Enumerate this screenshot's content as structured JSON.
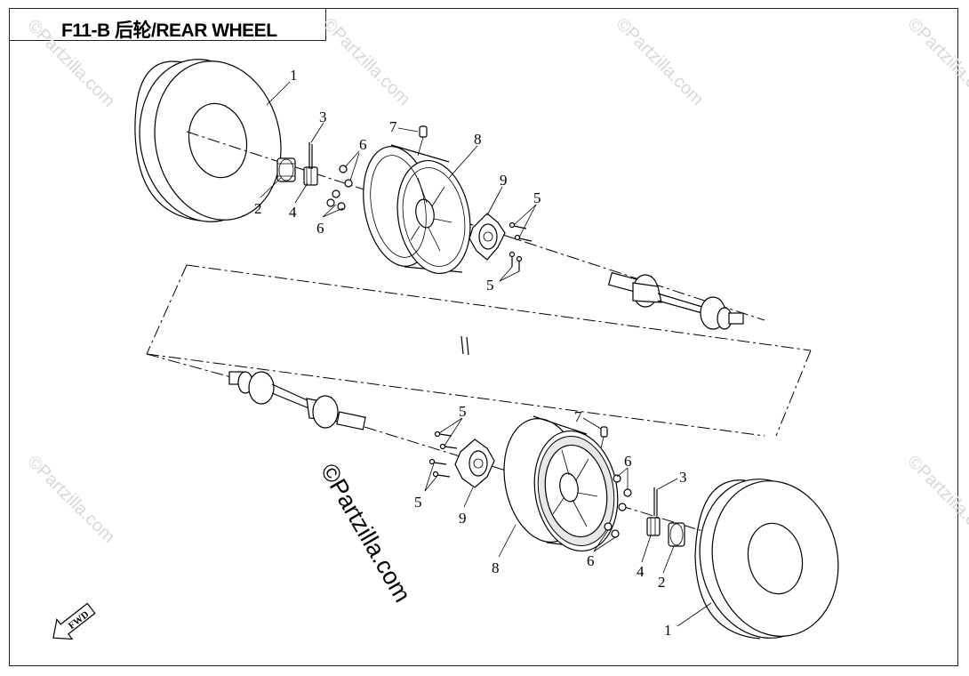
{
  "header": {
    "title": "F11-B 后轮/REAR WHEEL"
  },
  "callouts": {
    "tire": "1",
    "cap": "2",
    "cotter_pin": "3",
    "castle_nut": "4",
    "bolt": "5",
    "lug_nut": "6",
    "valve": "7",
    "rim": "8",
    "hub": "9"
  },
  "watermark": {
    "text": "©Partzilla.com"
  },
  "fwd_arrow": {
    "label": "FWD"
  }
}
